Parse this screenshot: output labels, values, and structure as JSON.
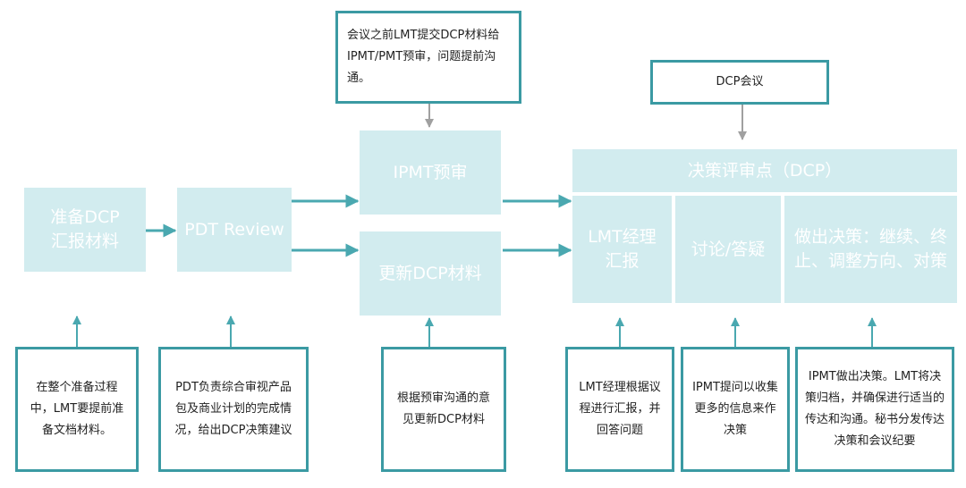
{
  "colors": {
    "box_fill": "#d2ecef",
    "border": "#3b9aa3",
    "arrow": "#4aa8b0",
    "top_arrow": "#a0a0a0",
    "box_text": "#ffffff",
    "note_text": "#222222"
  },
  "flow": {
    "prepare": "准备DCP汇报材料",
    "pdt_review": "PDT Review",
    "ipmt_prereview": "IPMT预审",
    "update_material": "更新DCP材料",
    "dcp_review": "决策评审点（DCP）",
    "lmt_report": "LMT经理汇报",
    "discuss": "讨论/答疑",
    "decide": "做出决策：继续、终止、调整方向、对策"
  },
  "notes": {
    "pre_meeting": "会议之前LMT提交DCP材料给IPMT/PMT预审，问题提前沟通。",
    "dcp_meeting": "DCP会议",
    "prepare_note": "在整个准备过程中，LMT要提前准备文档材料。",
    "pdt_note": "PDT负责综合审视产品包及商业计划的完成情况，给出DCP决策建议",
    "update_note": "根据预审沟通的意见更新DCP材料",
    "lmt_note": "LMT经理根据议程进行汇报，并回答问题",
    "discuss_note": "IPMT提问以收集更多的信息来作决策",
    "decide_note": "IPMT做出决策。LMT将决策归档，并确保进行适当的传达和沟通。秘书分发传达决策和会议纪要"
  }
}
